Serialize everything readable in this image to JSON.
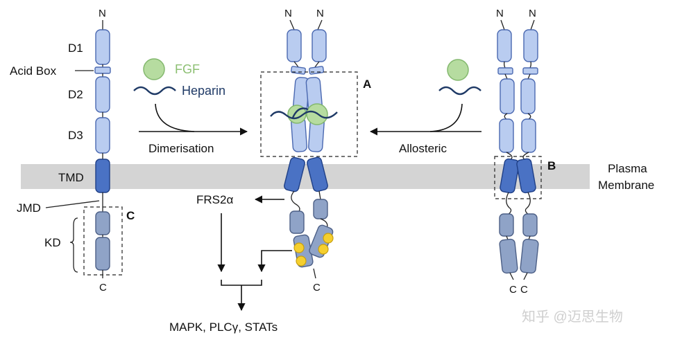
{
  "labels": {
    "n_term": "N",
    "c_term": "C",
    "d1": "D1",
    "acid_box": "Acid Box",
    "d2": "D2",
    "d3": "D3",
    "tmd": "TMD",
    "jmd": "JMD",
    "kd": "KD",
    "fgf": "FGF",
    "heparin": "Heparin",
    "dimerisation": "Dimerisation",
    "allosteric": "Allosteric",
    "plasma_line1": "Plasma",
    "plasma_line2": "Membrane",
    "frs2a": "FRS2α",
    "downstream": "MAPK, PLCγ, STATs",
    "box_a": "A",
    "box_b": "B",
    "box_c": "C",
    "watermark": "知乎 @迈思生物"
  },
  "colors": {
    "membrane": "#d4d4d4",
    "extracellular_domain": "#b9ccf0",
    "transmembrane_domain": "#4a72c4",
    "kinase_domain": "#8fa3c7",
    "fgf_ligand": "#b6dca0",
    "heparin": "#1f3a66",
    "phosphate": "#f5cf2e"
  }
}
